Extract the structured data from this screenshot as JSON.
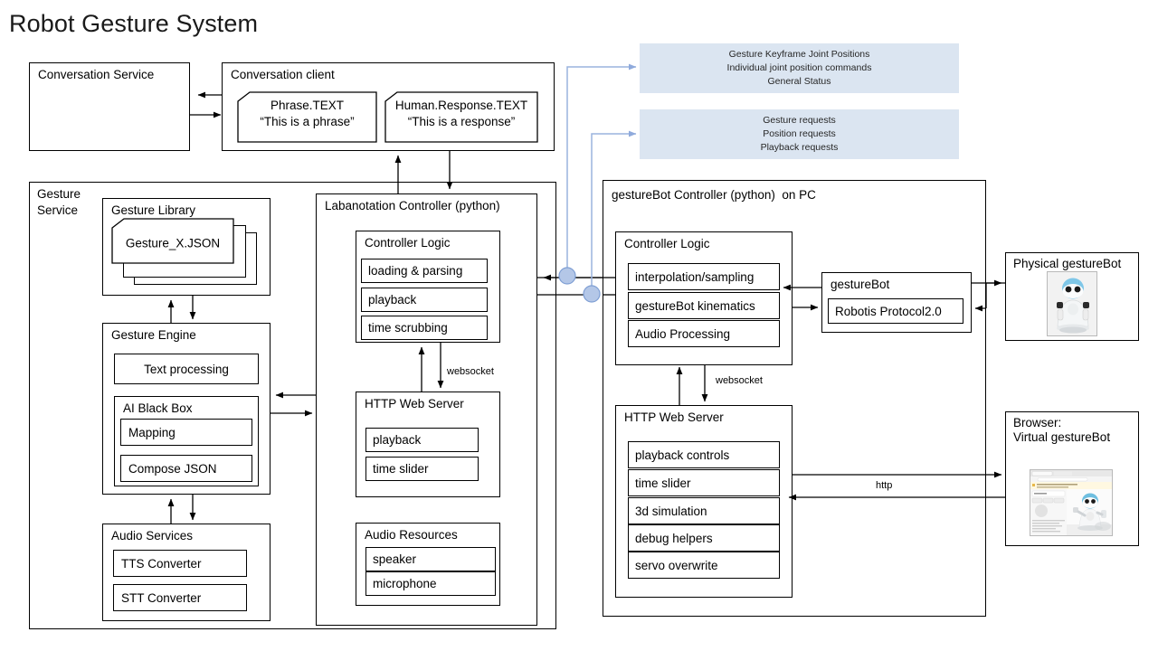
{
  "title": "Robot Gesture System",
  "notes": [
    {
      "name": "note-joint-positions",
      "lines": [
        "Gesture Keyframe Joint Positions",
        "Individual joint position commands",
        "General Status"
      ]
    },
    {
      "name": "note-requests",
      "lines": [
        "Gesture requests",
        "Position requests",
        "Playback requests"
      ]
    }
  ],
  "conversation_service": {
    "label": "Conversation Service"
  },
  "conversation_client": {
    "label": "Conversation client",
    "docs": [
      {
        "name": "phrase-text-doc",
        "line1": "Phrase.TEXT",
        "line2": "“This is a phrase”"
      },
      {
        "name": "human-response-text-doc",
        "line1": "Human.Response.TEXT",
        "line2": "“This is a response”"
      }
    ]
  },
  "gesture_service": {
    "label": "Gesture\nService",
    "gesture_library": {
      "label": "Gesture Library",
      "file": "Gesture_X.JSON"
    },
    "gesture_engine": {
      "label": "Gesture Engine",
      "text_processing": "Text processing",
      "ai_black_box": {
        "label": "AI Black Box",
        "items": [
          "Mapping",
          "Compose JSON"
        ]
      }
    },
    "audio_services": {
      "label": "Audio Services",
      "items": [
        "TTS Converter",
        "STT Converter"
      ]
    }
  },
  "labanotation_controller": {
    "label": "Labanotation Controller (python)",
    "controller_logic": {
      "label": "Controller Logic",
      "items": [
        "loading & parsing",
        "playback",
        "time scrubbing"
      ]
    },
    "http_web_server": {
      "label": "HTTP Web Server",
      "items": [
        "playback",
        "time slider"
      ]
    },
    "audio_resources": {
      "label": "Audio Resources",
      "items": [
        "speaker",
        "microphone"
      ]
    },
    "websocket_label": "websocket"
  },
  "gesturebot_controller": {
    "label": "gestureBot Controller (python)  on PC",
    "controller_logic": {
      "label": "Controller Logic",
      "items": [
        "interpolation/sampling",
        "gestureBot kinematics",
        "Audio Processing"
      ]
    },
    "http_web_server": {
      "label": "HTTP Web Server",
      "items": [
        "playback controls",
        "time slider",
        "3d simulation",
        "debug helpers",
        "servo overwrite"
      ]
    },
    "websocket_label": "websocket"
  },
  "gesturebot_node": {
    "label": "gestureBot",
    "protocol": "Robotis Protocol2.0"
  },
  "physical_gesturebot": {
    "label": "Physical gestureBot"
  },
  "browser": {
    "label": "Browser:\nVirtual gestureBot"
  },
  "edge_labels": {
    "http": "http"
  },
  "colors": {
    "note_bg": "#dbe5f1",
    "note_arrow": "#8faadc",
    "connector": "#9ab3dd",
    "line": "#000000"
  }
}
